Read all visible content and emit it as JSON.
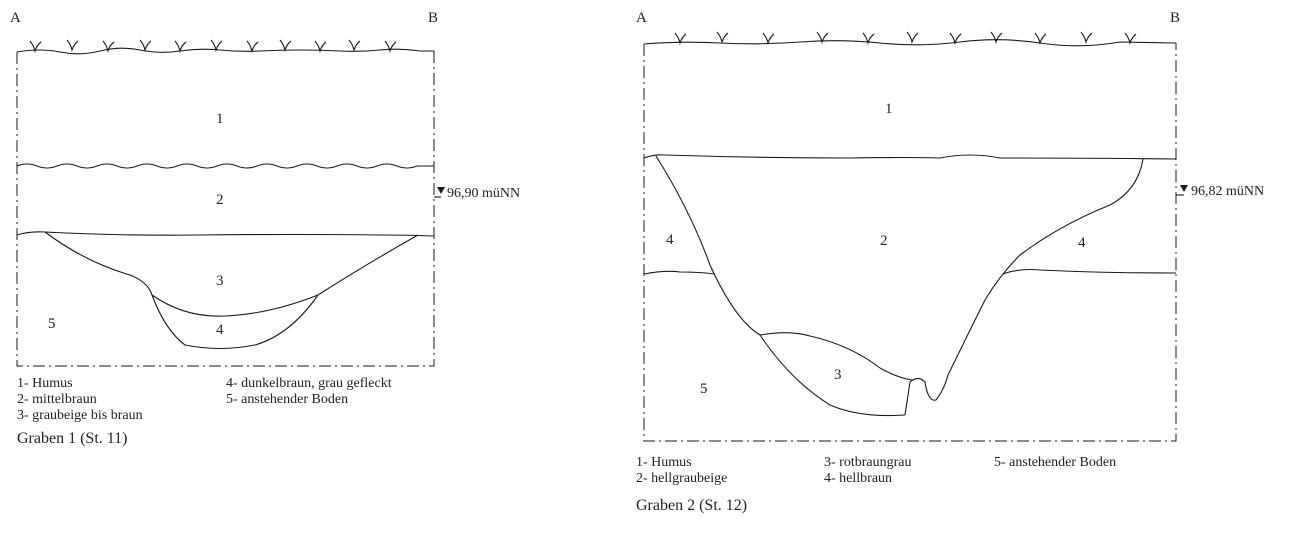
{
  "profiles": [
    {
      "left_corner": "A",
      "right_corner": "B",
      "layer_numbers": [
        "1",
        "2",
        "3",
        "4",
        "5"
      ],
      "elevation": "96,90 müNN",
      "legend": [
        "1- Humus",
        "2- mittelbraun",
        "3- graubeige bis braun",
        "4- dunkelbraun, grau gefleckt",
        "5- anstehender Boden"
      ],
      "title": "Graben 1 (St. 11)"
    },
    {
      "left_corner": "A",
      "right_corner": "B",
      "layer_numbers": [
        "1",
        "2",
        "4",
        "4",
        "3",
        "5"
      ],
      "elevation": "96,82 müNN",
      "legend": [
        "1- Humus",
        "2- hellgraubeige",
        "3- rotbraungrau",
        "4- hellbraun",
        "5- anstehender Boden"
      ],
      "title": "Graben 2 (St. 12)"
    }
  ],
  "icons": {
    "elevation_marker": "down-triangle-icon",
    "vegetation": "grass-tuft-icon"
  }
}
